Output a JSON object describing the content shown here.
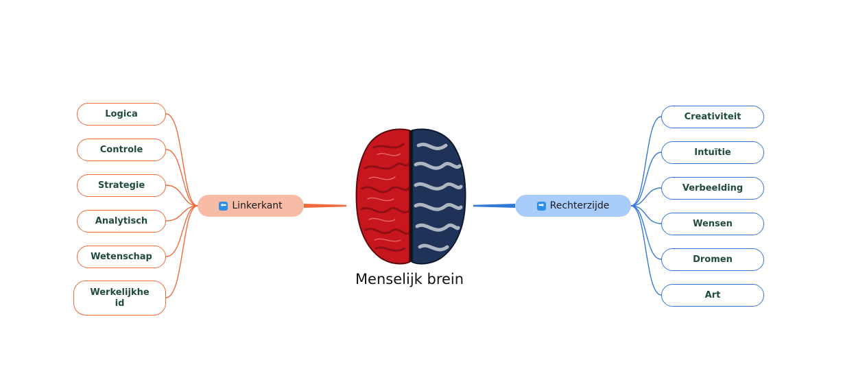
{
  "central_topic": "Menselijk brein",
  "colors": {
    "left_accent": "#ee6a3c",
    "left_branch_fill": "#f7bca6",
    "right_accent": "#3478d6",
    "right_branch_fill": "#a9cdfa",
    "leaf_text": "#1f4a3d",
    "brain_left": "#c8161e",
    "brain_right": "#1f3358"
  },
  "left_branch": {
    "icon": "left-arrow-icon",
    "label": "Linkerkant",
    "items": [
      "Logica",
      "Controle",
      "Strategie",
      "Analytisch",
      "Wetenschap",
      "Werkelijkhe id"
    ]
  },
  "right_branch": {
    "icon": "right-arrow-icon",
    "label": "Rechterzijde",
    "items": [
      "Creativiteit",
      "Intuïtie",
      "Verbeelding",
      "Wensen",
      "Dromen",
      "Art"
    ]
  }
}
